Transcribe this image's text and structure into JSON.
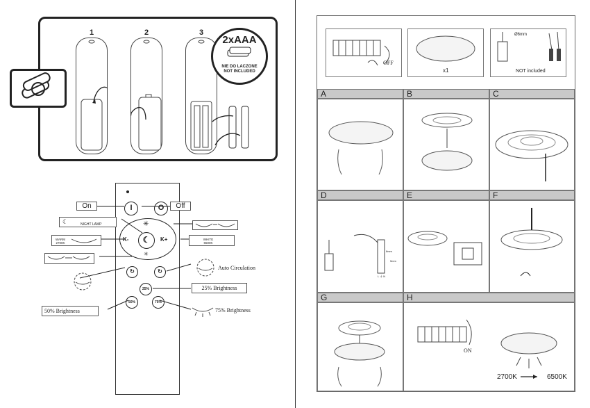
{
  "battery": {
    "steps": [
      "1",
      "2",
      "3"
    ],
    "count_label": "2xAAA",
    "not_included_line1": "NIE DO LACZONE",
    "not_included_line2": "NOT INCLUDED"
  },
  "remote": {
    "on_label": "On",
    "off_label": "Off",
    "k_minus": "K-",
    "k_plus": "K+",
    "night_lamp": "NIGHT LAMP",
    "warm_label": "WARM 2700K",
    "white_label": "WHITE 6500K",
    "auto_circulation": "Auto Circulation",
    "btn_25": "25%",
    "btn_50": "50%",
    "btn_75": "75%",
    "brightness_25": "25% Brightness",
    "brightness_50": "50% Brightness",
    "brightness_75": "75% Brightness"
  },
  "install": {
    "top_left_off": "OFF",
    "top_mid_count": "x1",
    "top_right_drill": "Ø6mm",
    "top_right_note": "NOT included",
    "sections": [
      "A",
      "B",
      "C",
      "D",
      "E",
      "F",
      "G",
      "H"
    ],
    "d_dim1": "8mm",
    "d_dim2": "5mm",
    "d_lpn": "L ⏚ N",
    "h_on": "ON",
    "h_k_from": "2700K",
    "h_k_to": "6500K"
  }
}
